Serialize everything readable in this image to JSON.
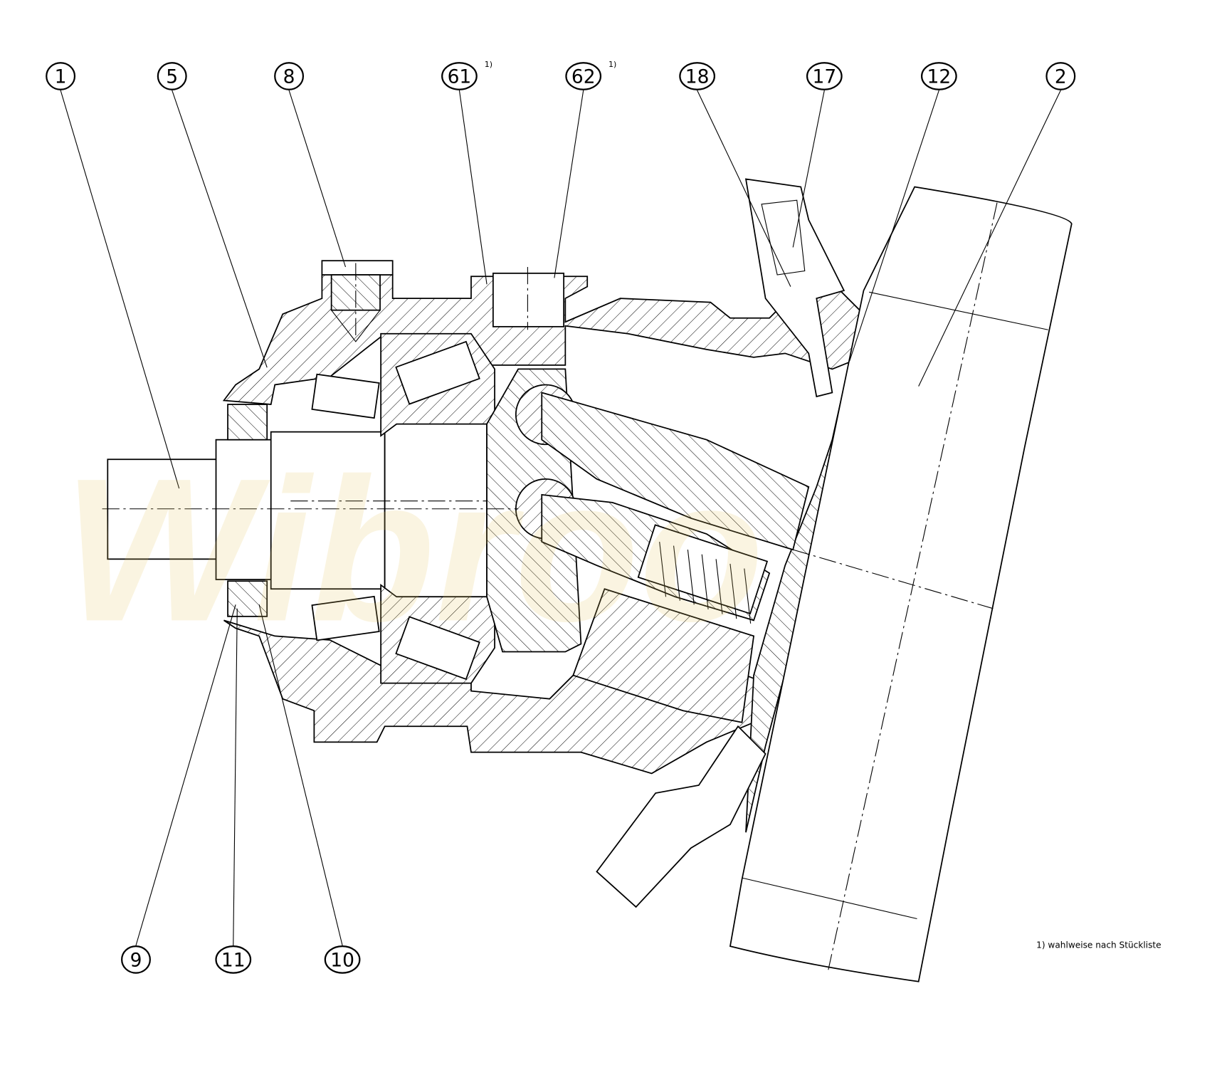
{
  "drawing": {
    "title": "Axial piston unit sectional view",
    "callouts_top": [
      {
        "number": "1",
        "note": ""
      },
      {
        "number": "5",
        "note": ""
      },
      {
        "number": "8",
        "note": ""
      },
      {
        "number": "61",
        "note": "1)"
      },
      {
        "number": "62",
        "note": "1)"
      },
      {
        "number": "18",
        "note": ""
      },
      {
        "number": "17",
        "note": ""
      },
      {
        "number": "12",
        "note": ""
      },
      {
        "number": "2",
        "note": ""
      }
    ],
    "callouts_bottom": [
      {
        "number": "9",
        "note": ""
      },
      {
        "number": "11",
        "note": ""
      },
      {
        "number": "10",
        "note": ""
      }
    ],
    "footnote": "1) wahlweise nach Stückliste",
    "watermark": "Wibroo"
  }
}
